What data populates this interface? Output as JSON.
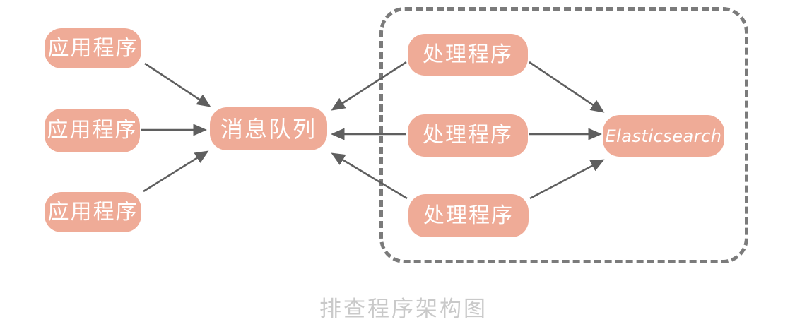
{
  "diagram": {
    "caption": "排查程序架构图",
    "nodes": {
      "app1": {
        "label": "应用程序"
      },
      "app2": {
        "label": "应用程序"
      },
      "app3": {
        "label": "应用程序"
      },
      "mq": {
        "label": "消息队列"
      },
      "proc1": {
        "label": "处理程序"
      },
      "proc2": {
        "label": "处理程序"
      },
      "proc3": {
        "label": "处理程序"
      },
      "es": {
        "label": "Elasticsearch"
      }
    },
    "edges": [
      {
        "from": "app1",
        "to": "mq"
      },
      {
        "from": "app2",
        "to": "mq"
      },
      {
        "from": "app3",
        "to": "mq"
      },
      {
        "from": "proc1",
        "to": "mq"
      },
      {
        "from": "proc2",
        "to": "mq"
      },
      {
        "from": "proc3",
        "to": "mq"
      },
      {
        "from": "proc1",
        "to": "es"
      },
      {
        "from": "proc2",
        "to": "es"
      },
      {
        "from": "proc3",
        "to": "es"
      }
    ],
    "colors": {
      "node_fill": "#EFAB97",
      "node_text": "#FFFFFF",
      "arrow": "#5F5F5F",
      "dashed_border": "#7B7B7B",
      "caption_text": "#C9C9C9"
    }
  }
}
